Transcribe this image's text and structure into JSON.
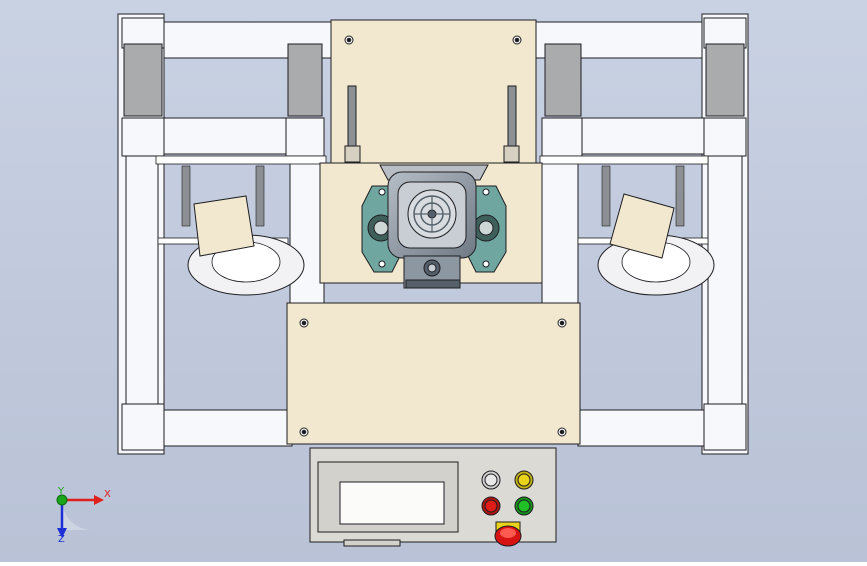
{
  "viewport": {
    "background_top": "#c9d2e3",
    "background_bottom": "#b9c2d6"
  },
  "colors": {
    "frame_white": "#f7f8fb",
    "frame_edge": "#1e1e22",
    "gray_block": "#a9abad",
    "cream_plate": "#f2e8cf",
    "motor_gray": "#8d97a2",
    "motor_dark": "#56606a",
    "bearing_teal": "#6fa69f",
    "control_box": "#dcdad4",
    "screen_white": "#fbfbfa",
    "btn_white": "#e8e8e8",
    "btn_yellow": "#e9d21a",
    "btn_red": "#e01c16",
    "btn_green": "#1fbf25",
    "estop_red": "#d61212"
  },
  "components": {
    "frame": "frame",
    "top_plate": "top-plate",
    "bottom_plate": "bottom-plate",
    "motor": "motor",
    "left_wheel": "wheel-left",
    "right_wheel": "wheel-right",
    "control_box": "control-box",
    "display": "display-screen",
    "buttons": [
      "button-white",
      "button-yellow",
      "button-red",
      "button-green",
      "emergency-stop"
    ]
  },
  "triad": {
    "x_label": "X",
    "y_label": "Y",
    "z_label": "Z",
    "x_color": "#e0201c",
    "y_color": "#1aa51a",
    "z_color": "#1c2fd6"
  }
}
